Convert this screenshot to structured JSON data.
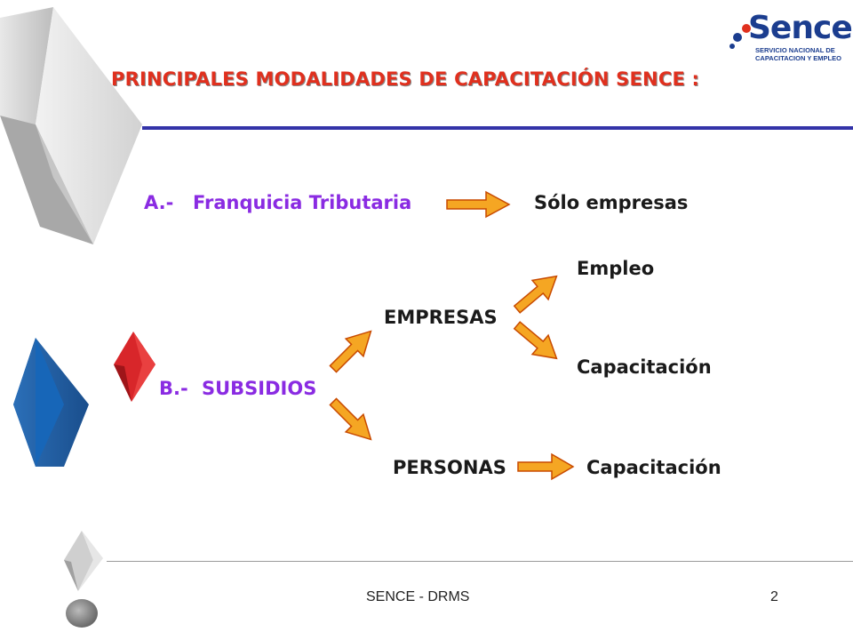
{
  "slide": {
    "title": "PRINCIPALES MODALIDADES DE CAPACITACIÓN SENCE :",
    "footer": "SENCE - DRMS",
    "page_number": "2"
  },
  "logo": {
    "word": "Sence",
    "subtitle_line1": "SERVICIO NACIONAL DE",
    "subtitle_line2": "CAPACITACION Y EMPLEO",
    "color": "#1b3d8f",
    "accent": "#e0301e"
  },
  "diagram": {
    "a_prefix": "A.-",
    "a_label": "Franquicia Tributaria",
    "a_result": "Sólo empresas",
    "b_prefix": "B.-",
    "b_label": "SUBSIDIOS",
    "empresas": "EMPRESAS",
    "empleo": "Empleo",
    "capacitacion_empresas": "Capacitación",
    "personas": "PERSONAS",
    "capacitacion_personas": "Capacitación"
  },
  "colors": {
    "title": "#e0301e",
    "accent_purple": "#8a2be2",
    "rule_blue": "#3333a8",
    "arrow_fill": "#f5a623",
    "arrow_stroke": "#c84a00"
  }
}
